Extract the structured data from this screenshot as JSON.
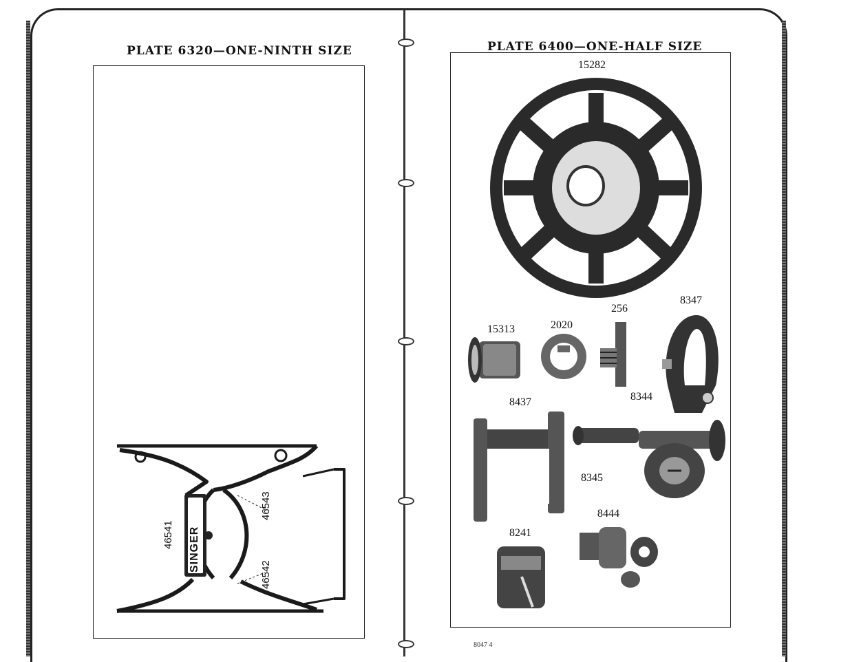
{
  "left_page": {
    "title": "PLATE 6320—ONE-NINTH SIZE",
    "parts": {
      "p1": "46541",
      "p2": "46543",
      "p3": "46542"
    },
    "emblem_text": "SINGER"
  },
  "right_page": {
    "title": "PLATE  6400—ONE-HALF  SIZE",
    "parts": {
      "p15282": "15282",
      "p15313": "15313",
      "p2020": "2020",
      "p256": "256",
      "p8347": "8347",
      "p8344": "8344",
      "p8437": "8437",
      "p8345": "8345",
      "p8444": "8444",
      "p8241": "8241"
    },
    "footer": "8047 4"
  }
}
